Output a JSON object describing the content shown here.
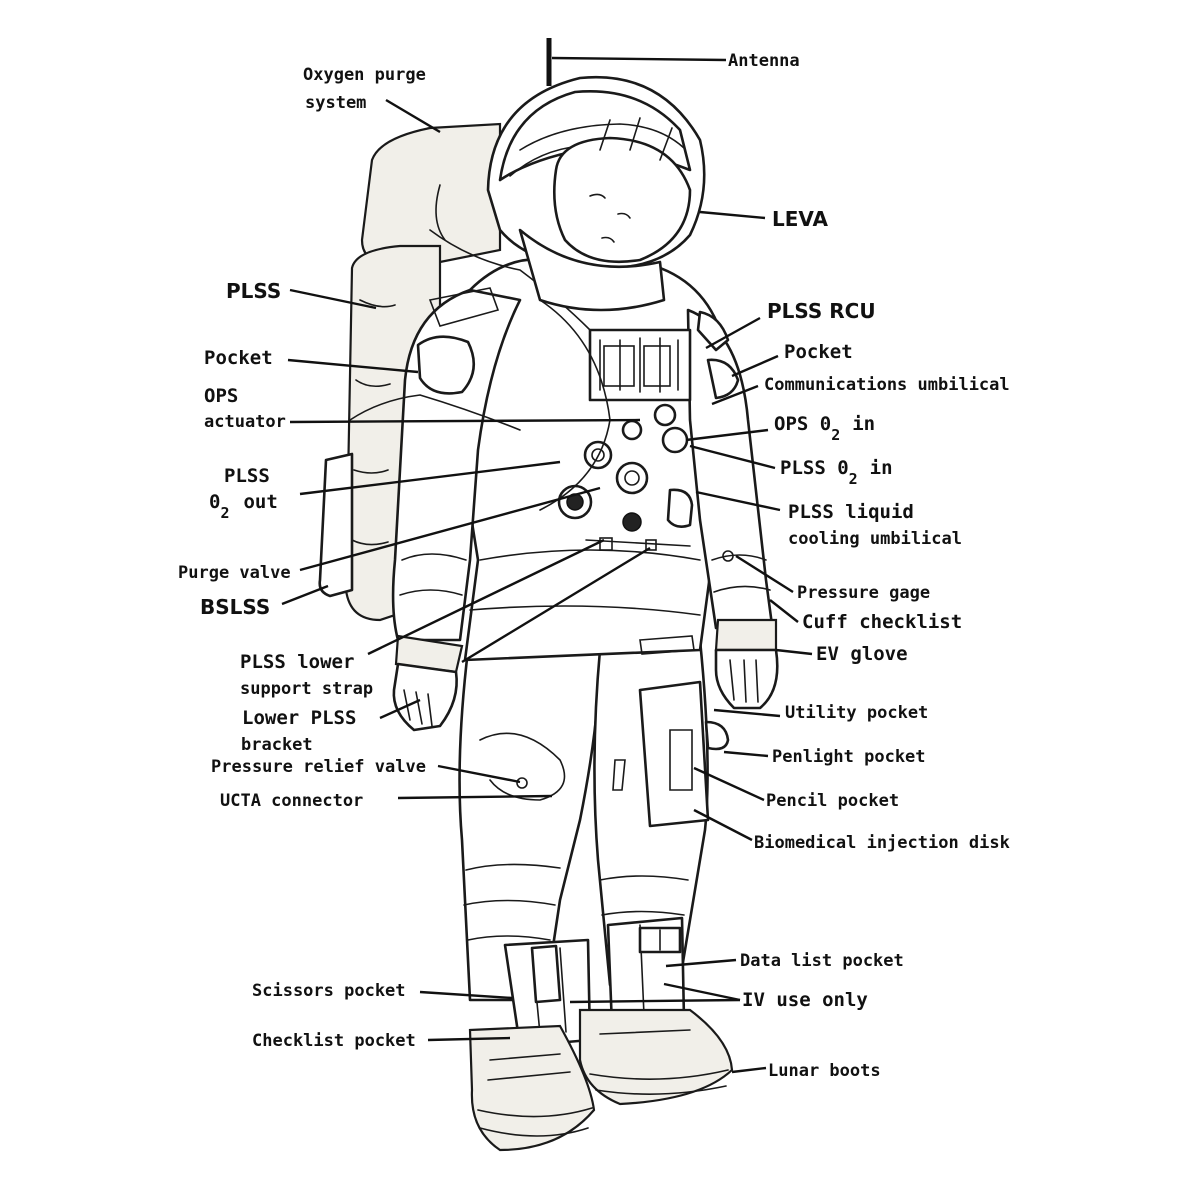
{
  "labels": {
    "antenna": "Antenna",
    "oxygen_purge_1": "Oxygen purge",
    "oxygen_purge_2": "system",
    "leva": "LEVA",
    "plss": "PLSS",
    "plss_rcu": "PLSS RCU",
    "pocket_left": "Pocket",
    "pocket_right": "Pocket",
    "comm_umbilical": "Communications umbilical",
    "ops_actuator_1": "OPS",
    "ops_actuator_2": "actuator",
    "ops_o2_in_pre": "OPS 0",
    "ops_o2_in_sub": "2",
    "ops_o2_in_post": "in",
    "plss_o2_out_1": "PLSS",
    "plss_o2_out_pre": "0",
    "plss_o2_out_sub": "2",
    "plss_o2_out_post": "out",
    "plss_o2_in_pre": "PLSS 0",
    "plss_o2_in_sub": "2",
    "plss_o2_in_post": "in",
    "plss_liquid_1": "PLSS liquid",
    "plss_liquid_2": "cooling umbilical",
    "purge_valve": "Purge valve",
    "bslss": "BSLSS",
    "pressure_gage": "Pressure gage",
    "cuff_checklist": "Cuff checklist",
    "plss_lower_1": "PLSS lower",
    "plss_lower_2": "support strap",
    "ev_glove": "EV glove",
    "lower_plss_1": "Lower PLSS",
    "lower_plss_2": "bracket",
    "utility_pocket": "Utility pocket",
    "pressure_relief": "Pressure relief valve",
    "penlight_pocket": "Penlight pocket",
    "ucta": "UCTA connector",
    "pencil_pocket": "Pencil pocket",
    "biomedical": "Biomedical injection disk",
    "data_list_pocket": "Data list pocket",
    "scissors_pocket": "Scissors pocket",
    "iv_use": "IV use only",
    "checklist_pocket": "Checklist pocket",
    "lunar_boots": "Lunar boots"
  }
}
